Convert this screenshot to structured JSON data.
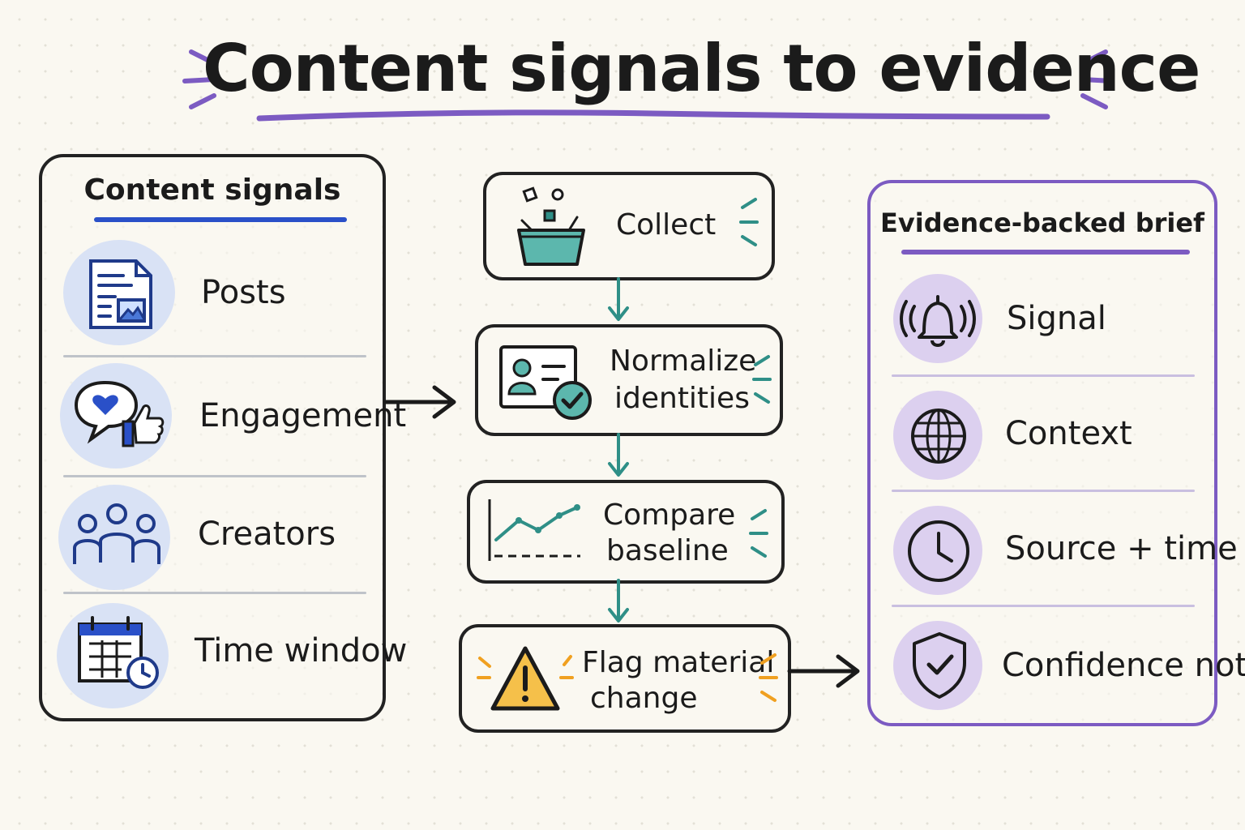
{
  "title": "Content signals to evidence",
  "colors": {
    "ink": "#1b1b1b",
    "title_underline": "#7c5bc2",
    "left_accent": "#2a50c8",
    "left_icon_bg": "#d9e2f5",
    "process_accent": "#2f8f87",
    "warning_fill": "#f5c04a",
    "right_border": "#7c5bc2",
    "right_icon_bg": "#dcd0ef"
  },
  "left_panel": {
    "title": "Content signals",
    "items": [
      {
        "label": "Posts",
        "icon": "document-image-icon"
      },
      {
        "label": "Engagement",
        "icon": "heart-like-icon"
      },
      {
        "label": "Creators",
        "icon": "people-icon"
      },
      {
        "label": "Time window",
        "icon": "calendar-clock-icon"
      }
    ]
  },
  "process": {
    "steps": [
      {
        "line1": "Collect",
        "line2": "",
        "icon": "basket-icon"
      },
      {
        "line1": "Normalize",
        "line2": "identities",
        "icon": "id-card-check-icon"
      },
      {
        "line1": "Compare",
        "line2": "baseline",
        "icon": "line-chart-icon"
      },
      {
        "line1": "Flag material",
        "line2": "change",
        "icon": "warning-icon"
      }
    ]
  },
  "right_panel": {
    "title": "Evidence-backed brief",
    "items": [
      {
        "label": "Signal",
        "icon": "bell-icon"
      },
      {
        "label": "Context",
        "icon": "globe-icon"
      },
      {
        "label": "Source + time",
        "icon": "clock-icon"
      },
      {
        "label": "Confidence note",
        "icon": "shield-check-icon"
      }
    ]
  }
}
